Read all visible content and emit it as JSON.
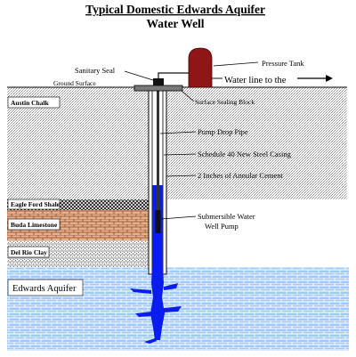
{
  "title": {
    "line1": "Typical Domestic Edwards Aquifer",
    "line2": "Water Well"
  },
  "labels": {
    "sanitary_seal": "Sanitary Seal",
    "ground_surface": "Ground Surface",
    "pressure_tank": "Pressure Tank",
    "water_line": "Water line to the",
    "surface_sealing_block": "Surface Sealing Block",
    "pump_drop_pipe": "Pump Drop Pipe",
    "casing": "Schedule 40 New Steel Casing",
    "annular_cement": "2 Inches of Annular Cement",
    "pump_line1": "Submersible Water",
    "pump_line2": "Well Pump"
  },
  "layers": [
    {
      "name": "Austin Chalk"
    },
    {
      "name": "Eagle Ford Shale"
    },
    {
      "name": "Buda Limestone"
    },
    {
      "name": "Del Rio Clay"
    },
    {
      "name": "Edwards Aquifer"
    }
  ],
  "colors": {
    "water_blue": "#0a1cf0",
    "aquifer_blue": "#9fc9ff",
    "tank_red": "#8e1616",
    "buda_orange": "#e7b08c",
    "chalk_gray": "#d8d8d8"
  }
}
